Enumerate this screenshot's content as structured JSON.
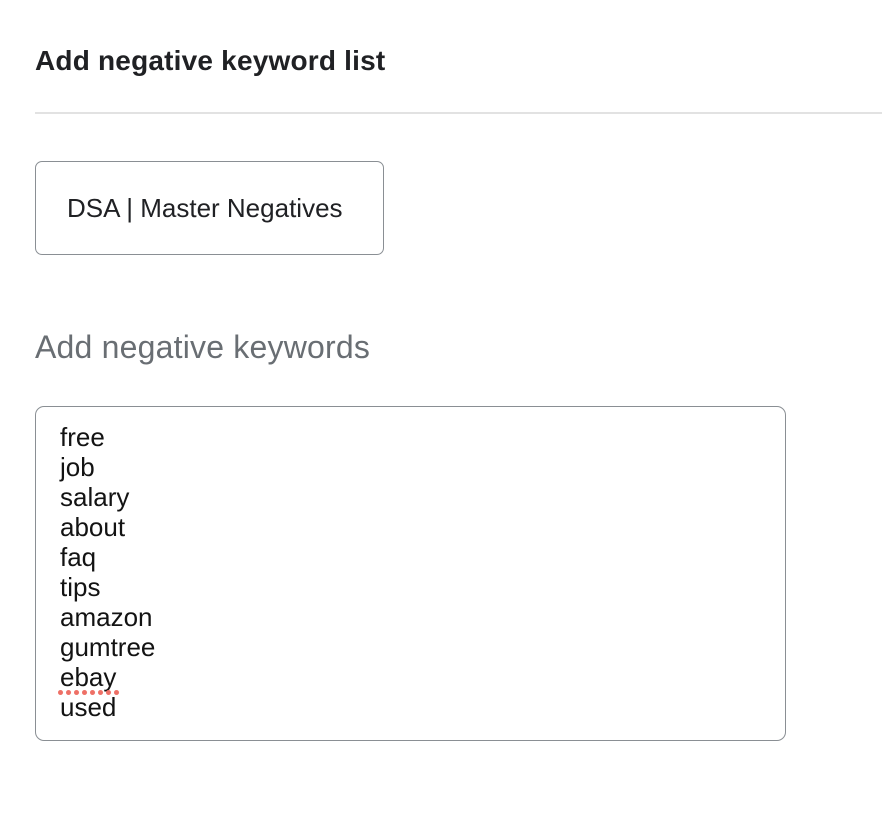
{
  "page": {
    "title": "Add negative keyword list",
    "section_heading": "Add negative keywords"
  },
  "list_name_field": {
    "value": "DSA | Master Negatives"
  },
  "keywords_field": {
    "keywords": [
      "free",
      "job",
      "salary",
      "about",
      "faq",
      "tips",
      "amazon",
      "gumtree",
      "ebay",
      "used"
    ],
    "misspelled_word": "ebay"
  },
  "colors": {
    "title_text": "#202124",
    "section_heading_text": "#696e73",
    "border_gray": "#8a8f94",
    "divider": "#e2e2e2",
    "keyword_text": "#131313",
    "spellcheck_red": "#ee7066"
  }
}
